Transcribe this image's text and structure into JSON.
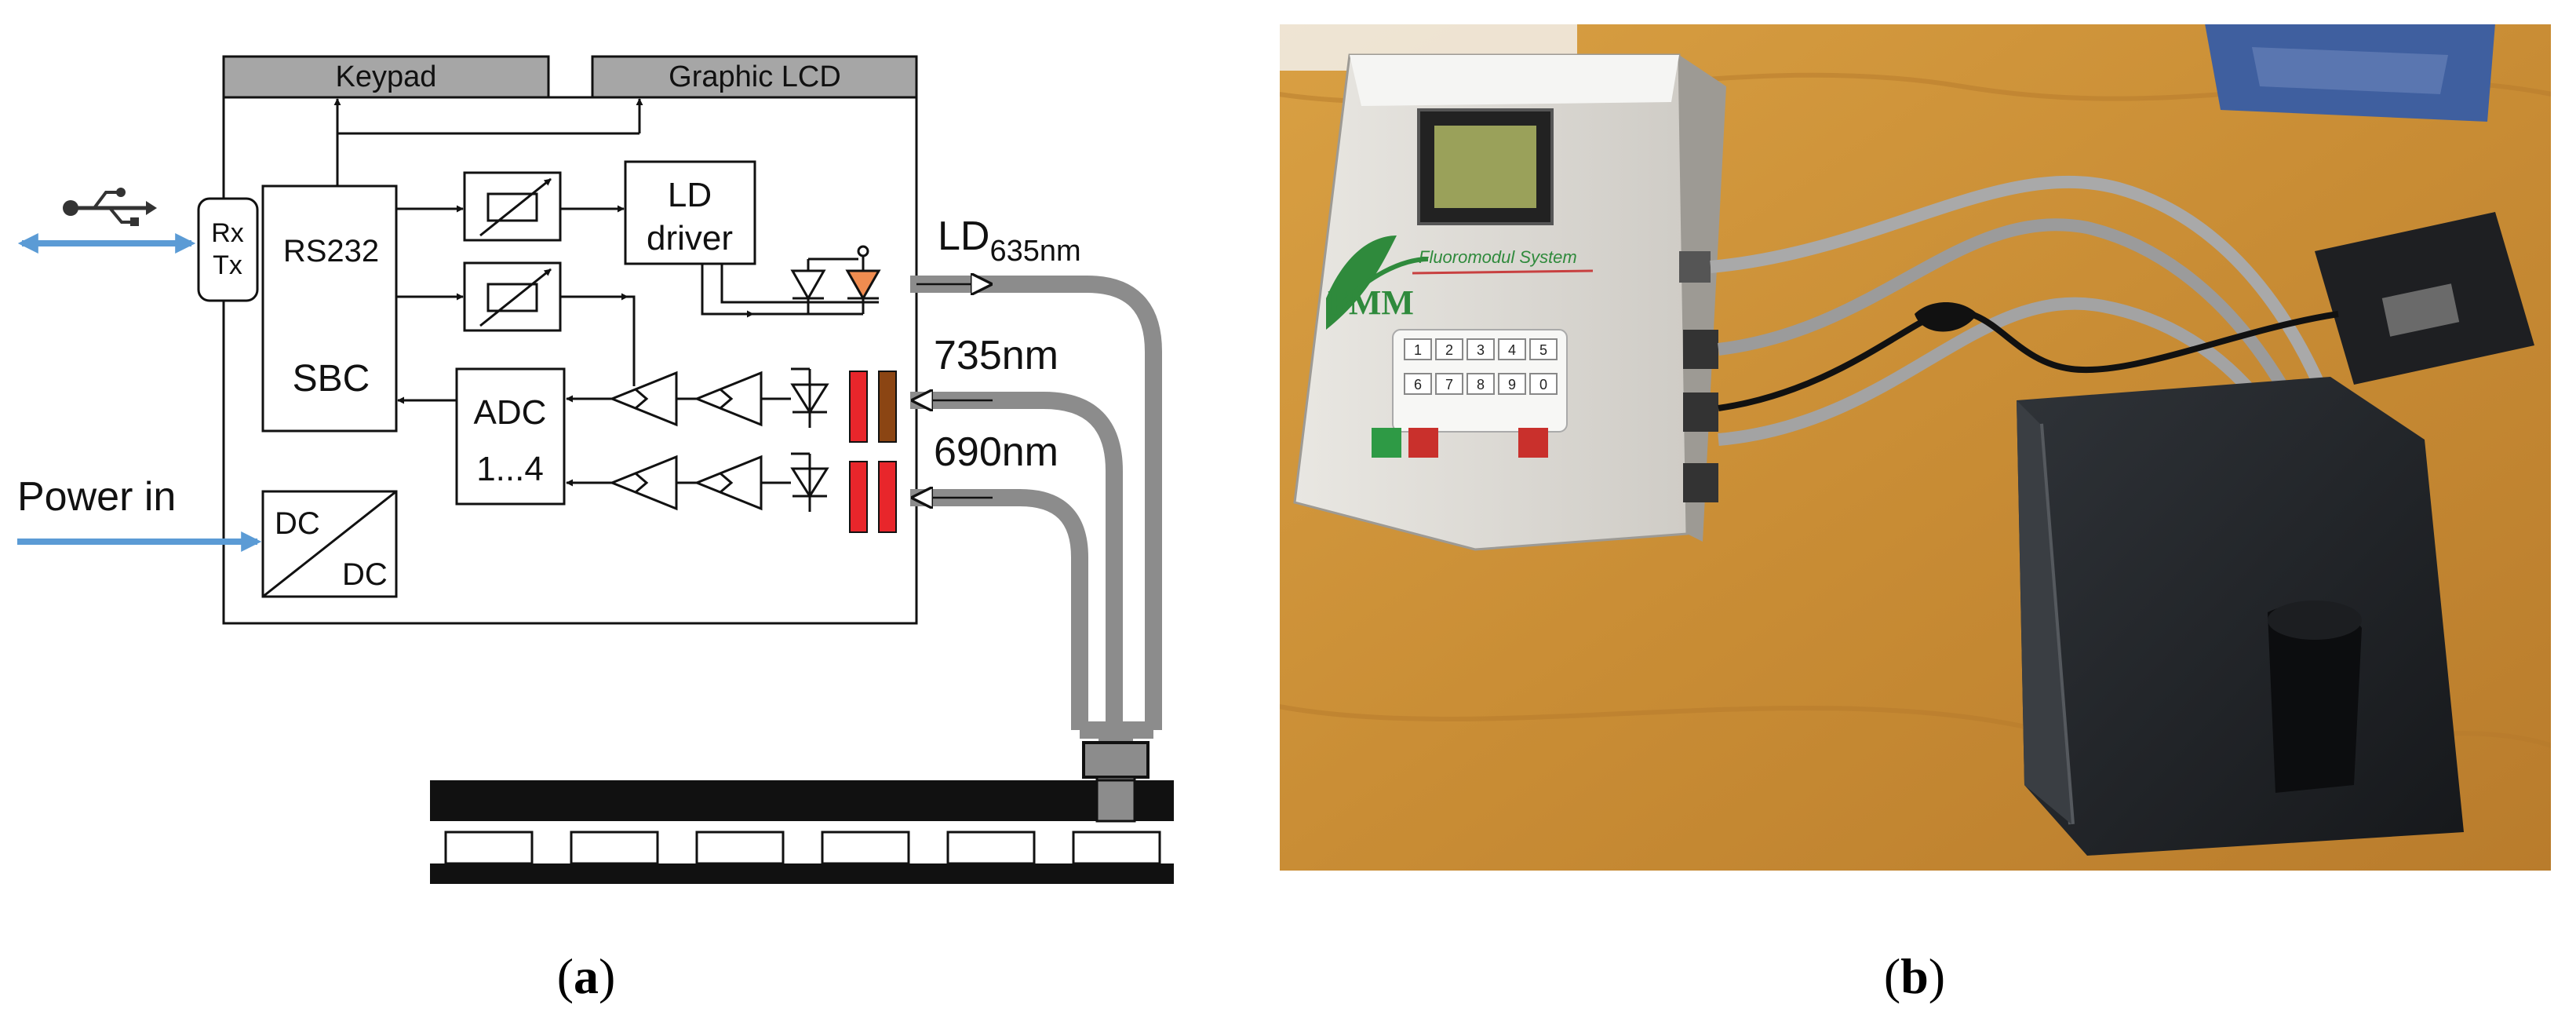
{
  "panel_a": {
    "labels": {
      "keypad": "Keypad",
      "graphic_lcd": "Graphic LCD",
      "rx": "Rx",
      "tx": "Tx",
      "rs232": "RS232",
      "sbc": "SBC",
      "ld_line1": "LD",
      "ld_line2": "driver",
      "adc_line1": "ADC",
      "adc_line2": "1...4",
      "dc_top": "DC",
      "dc_bottom": "DC",
      "power_in": "Power in",
      "ld_main": "LD",
      "ld_sub": "635nm",
      "wl_735": "735nm",
      "wl_690": "690nm"
    },
    "colors": {
      "header_bar": "#a6a6a6",
      "arrow_blue": "#5b9bd5",
      "fiber": "#8c8c8c",
      "led_red": "#e8262b",
      "led_brown": "#8b4513",
      "laser_orange": "#f08c50"
    },
    "icons": [
      "usb-icon",
      "photodiode-icon",
      "laser-diode-icon",
      "variable-resistor-icon",
      "amplifier-icon"
    ]
  },
  "panel_b": {
    "device_brand": "FMM",
    "device_label": "Fluoromodul System",
    "keys": [
      "1",
      "2",
      "3",
      "4",
      "5",
      "6",
      "7",
      "8",
      "9",
      "0"
    ]
  },
  "captions": {
    "a_open": "(",
    "a_letter": "a",
    "a_close": ")",
    "b_open": "(",
    "b_letter": "b",
    "b_close": ")"
  }
}
